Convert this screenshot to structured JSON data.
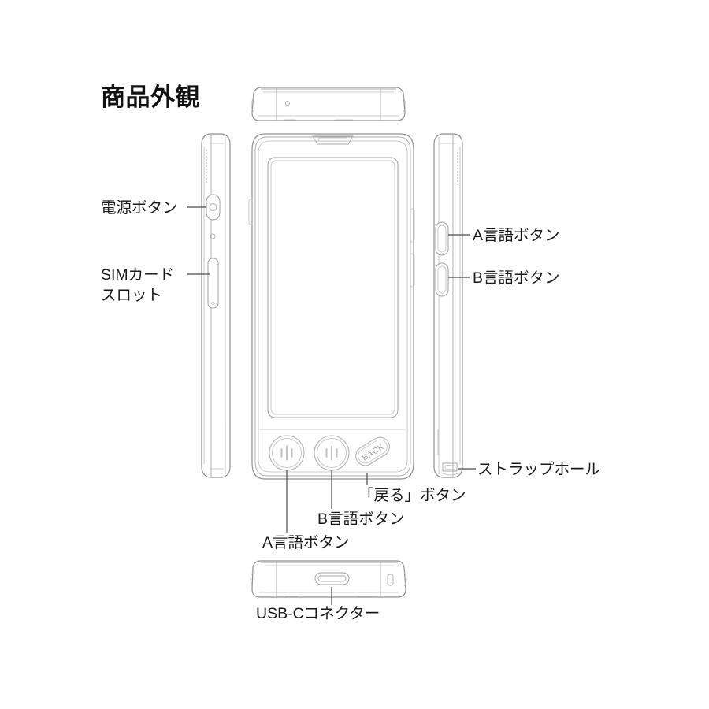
{
  "page": {
    "title": "商品外観",
    "background_color": "#ffffff",
    "line_color": "#8c8c8c",
    "text_color": "#1a1a1a"
  },
  "views": {
    "top_edge": {
      "name": "top-edge-view",
      "features": [
        "microphone-hole"
      ]
    },
    "left_side": {
      "name": "left-side-view",
      "features": [
        "speaker-grille",
        "power-button",
        "pinhole",
        "sim-card-slot"
      ]
    },
    "front": {
      "name": "front-view",
      "features": [
        "earpiece-slot",
        "screen",
        "a-language-button",
        "b-language-button",
        "back-button"
      ]
    },
    "right_side": {
      "name": "right-side-view",
      "features": [
        "speaker-grille",
        "a-language-button",
        "b-language-button",
        "strap-hole"
      ]
    },
    "bottom_edge": {
      "name": "bottom-edge-view",
      "features": [
        "usb-c-port",
        "strap-hole"
      ]
    }
  },
  "front_buttons": {
    "back_label": "BACK",
    "a_icon": "waveform-icon",
    "b_icon": "waveform-icon"
  },
  "callouts": {
    "power_button": "電源ボタン",
    "sim_card_slot_line1": "SIMカード",
    "sim_card_slot_line2": "スロット",
    "a_language_button_side": "A言語ボタン",
    "b_language_button_side": "B言語ボタン",
    "strap_hole": "ストラップホール",
    "back_button": "「戻る」ボタン",
    "b_language_button_front": "B言語ボタン",
    "a_language_button_front": "A言語ボタン",
    "usb_c_connector": "USB-Cコネクター"
  }
}
